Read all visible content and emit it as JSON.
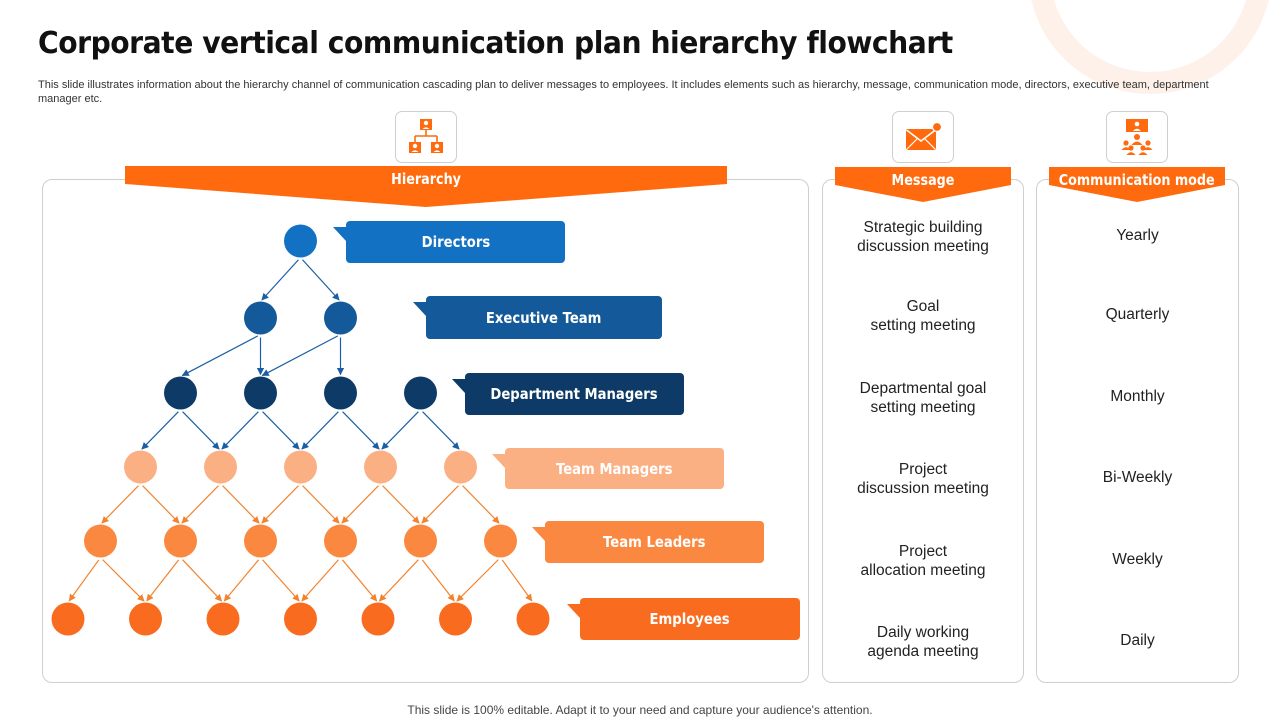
{
  "title": "Corporate vertical communication plan hierarchy flowchart",
  "subtitle": "This slide illustrates information about the hierarchy channel of communication cascading plan to deliver messages to employees. It includes elements such as hierarchy, message, communication mode, directors, executive team, department manager etc.",
  "footer": "This slide is 100% editable. Adapt it to your need and capture your audience's attention.",
  "colors": {
    "orange": "#fe6a0d",
    "blue_1": "#1271c2",
    "blue_2": "#145a9a",
    "blue_3": "#0d3a66",
    "peach": "#fbb083",
    "orange_mid": "#fb8841",
    "orange_dark": "#f96c1f"
  },
  "hierarchy": {
    "header": "Hierarchy",
    "icon": "org-chart-icon",
    "levels": [
      {
        "label": "Directors",
        "count": 1
      },
      {
        "label": "Executive Team",
        "count": 2
      },
      {
        "label": "Department Managers",
        "count": 4
      },
      {
        "label": "Team Managers",
        "count": 5
      },
      {
        "label": "Team Leaders",
        "count": 6
      },
      {
        "label": "Employees",
        "count": 7
      }
    ]
  },
  "message": {
    "header": "Message",
    "icon": "envelope-notification-icon",
    "items": [
      "Strategic building\ndiscussion meeting",
      "Goal\nsetting meeting",
      "Departmental goal\nsetting meeting",
      "Project\ndiscussion meeting",
      "Project\nallocation meeting",
      "Daily working\nagenda meeting"
    ]
  },
  "communication_mode": {
    "header": "Communication mode",
    "icon": "presenter-audience-icon",
    "items": [
      "Yearly",
      "Quarterly",
      "Monthly",
      "Bi-Weekly",
      "Weekly",
      "Daily"
    ]
  }
}
